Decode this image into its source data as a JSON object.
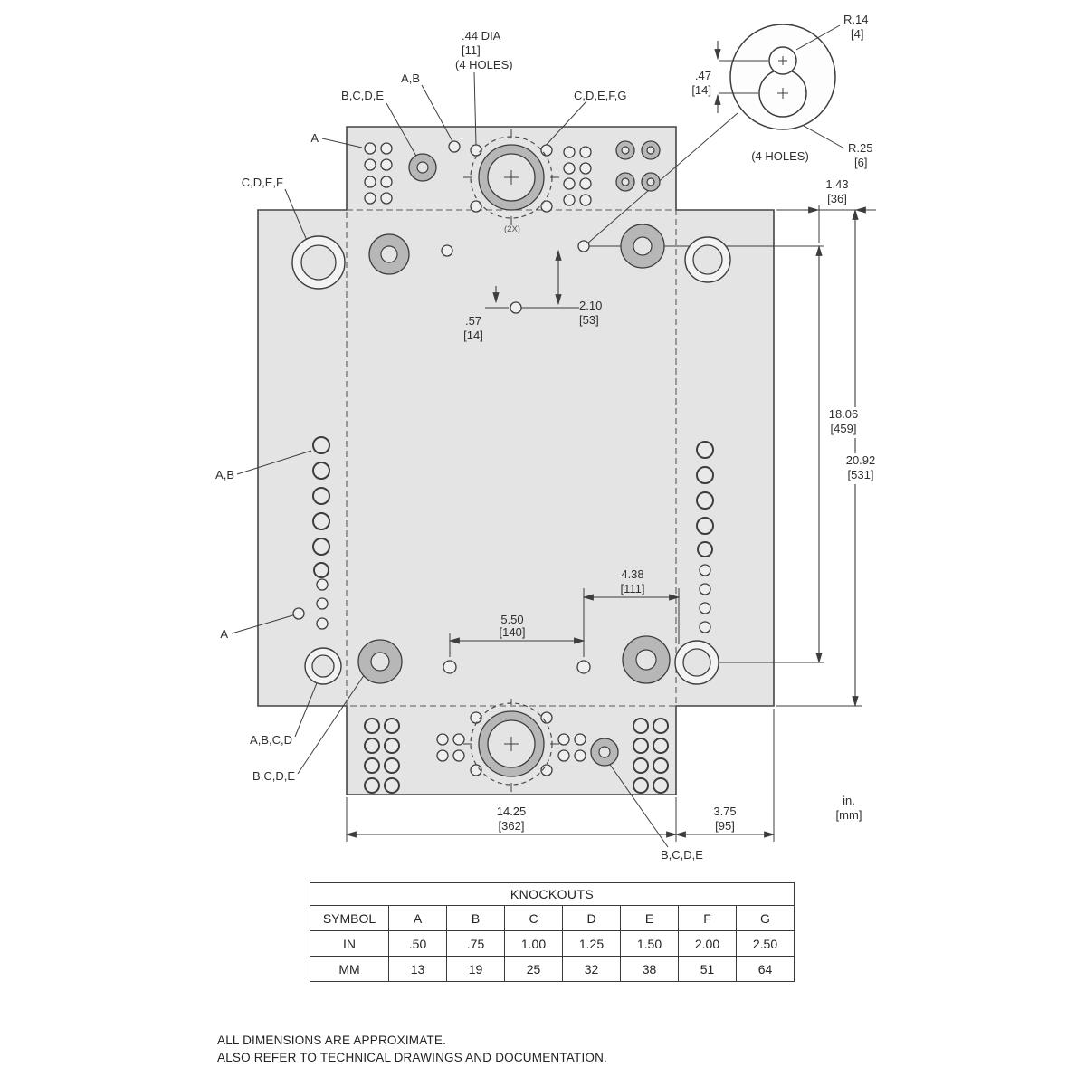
{
  "callouts": {
    "a_top": "A",
    "bcde_top": "B,C,D,E",
    "ab_top": "A,B",
    "dia_value": ".44 DIA",
    "dia_mm": "[11]",
    "dia_holes": "(4 HOLES)",
    "cdefg_top": "C,D,E,F,G",
    "cdef_left": "C,D,E,F",
    "ab_left": "A,B",
    "a_left": "A",
    "abcd_bottom": "A,B,C,D",
    "bcde_bottom_left": "B,C,D,E",
    "bcde_bottom_right": "B,C,D,E",
    "center_note": "(2X)"
  },
  "detail_view": {
    "r14": "R.14",
    "r14_mm": "[4]",
    "r25": "R.25",
    "r25_mm": "[6]",
    "holes": "(4 HOLES)",
    "offset": ".47",
    "offset_mm": "[14]"
  },
  "dimensions": {
    "d1_in": "1.43",
    "d1_mm": "[36]",
    "d2_in": "2.10",
    "d2_mm": "[53]",
    "d3_in": ".57",
    "d3_mm": "[14]",
    "d4_in": "18.06",
    "d4_mm": "[459]",
    "d5_in": "20.92",
    "d5_mm": "[531]",
    "d6_in": "4.38",
    "d6_mm": "[111]",
    "d7_in": "5.50",
    "d7_mm": "[140]",
    "d8_in": "14.25",
    "d8_mm": "[362]",
    "d9_in": "3.75",
    "d9_mm": "[95]",
    "units_in": "in.",
    "units_mm": "[mm]"
  },
  "table": {
    "title": "KNOCKOUTS",
    "rows": [
      [
        "SYMBOL",
        "A",
        "B",
        "C",
        "D",
        "E",
        "F",
        "G"
      ],
      [
        "IN",
        ".50",
        ".75",
        "1.00",
        "1.25",
        "1.50",
        "2.00",
        "2.50"
      ],
      [
        "MM",
        "13",
        "19",
        "25",
        "32",
        "38",
        "51",
        "64"
      ]
    ]
  },
  "notes": [
    "ALL DIMENSIONS ARE APPROXIMATE.",
    "ALSO REFER TO TECHNICAL DRAWINGS AND DOCUMENTATION."
  ]
}
